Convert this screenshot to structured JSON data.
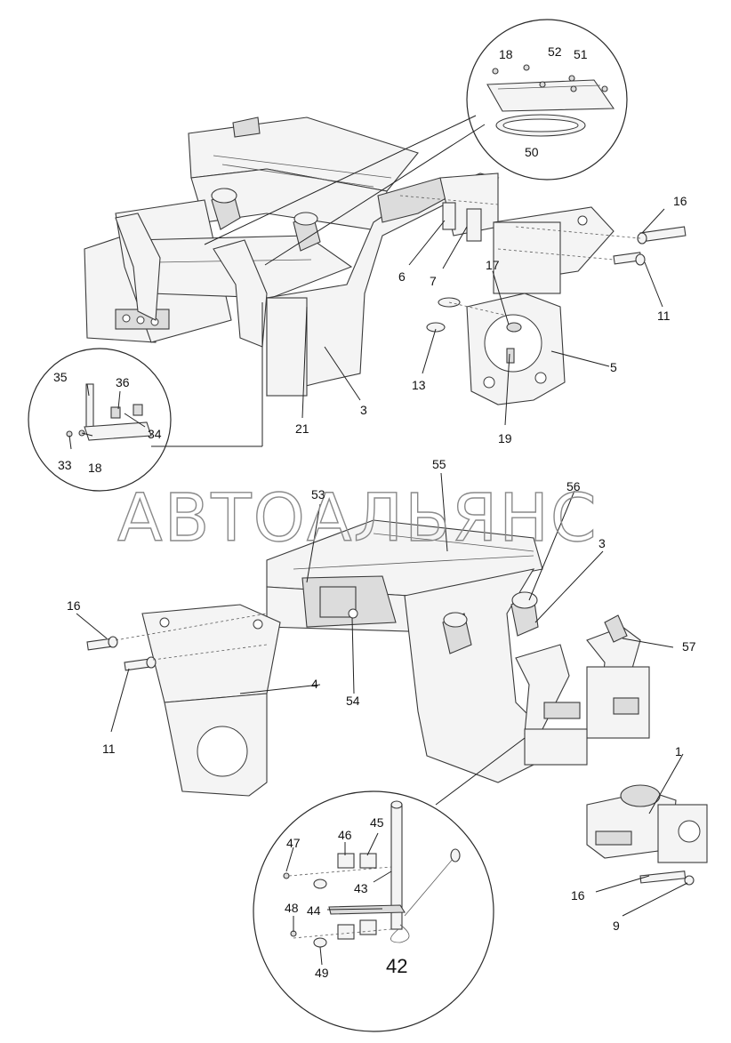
{
  "watermark": "АВТОАЛЬЯНС",
  "labels": [
    "1",
    "3",
    "3",
    "4",
    "5",
    "6",
    "7",
    "9",
    "11",
    "11",
    "13",
    "16",
    "16",
    "16",
    "17",
    "18",
    "18",
    "19",
    "21",
    "33",
    "34",
    "35",
    "36",
    "42",
    "43",
    "44",
    "45",
    "46",
    "47",
    "48",
    "49",
    "50",
    "51",
    "52",
    "53",
    "54",
    "55",
    "56",
    "57"
  ]
}
